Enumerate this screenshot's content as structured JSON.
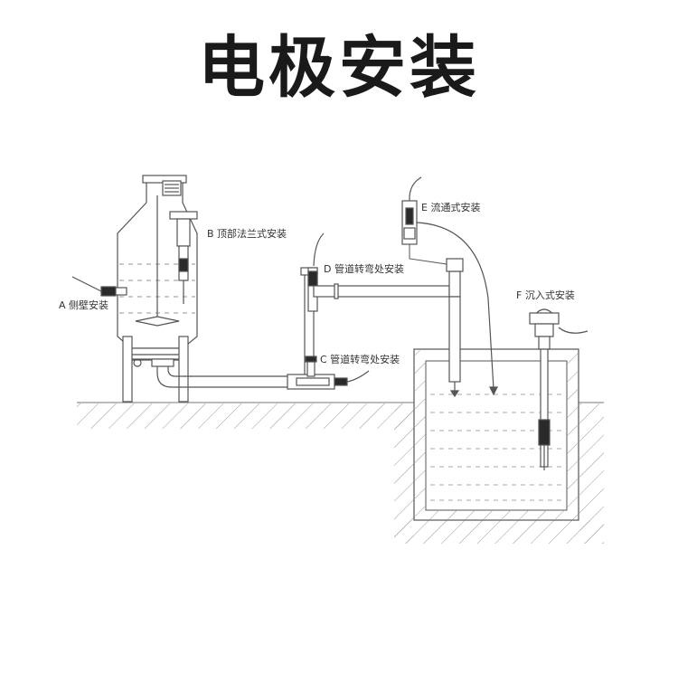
{
  "title": "电极安装",
  "labels": {
    "a": "A 侧壁安装",
    "b": "B 顶部法兰式安装",
    "c": "C 管道转弯处安装",
    "d": "D 管道转弯处安装",
    "e": "E 流通式安装",
    "f": "F 沉入式安装"
  },
  "colors": {
    "line": "#555555",
    "hatch": "#9a9a9a",
    "water_dash": "#9a9a9a",
    "sensor_dark": "#2a2a2a"
  }
}
